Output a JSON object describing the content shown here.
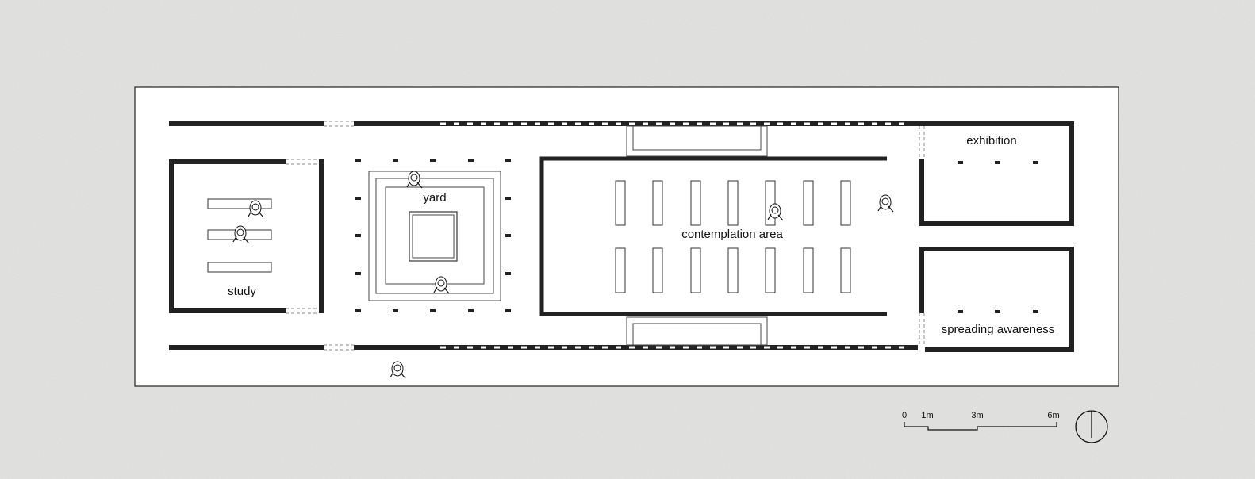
{
  "plan": {
    "rooms": {
      "study": "study",
      "yard": "yard",
      "contemplation": "contemplation area",
      "exhibition": "exhibition",
      "awareness": "spreading awareness"
    },
    "scale_bar": {
      "ticks": [
        "0",
        "1m",
        "3m",
        "6m"
      ]
    },
    "north_arrow": "north-arrow-icon"
  }
}
